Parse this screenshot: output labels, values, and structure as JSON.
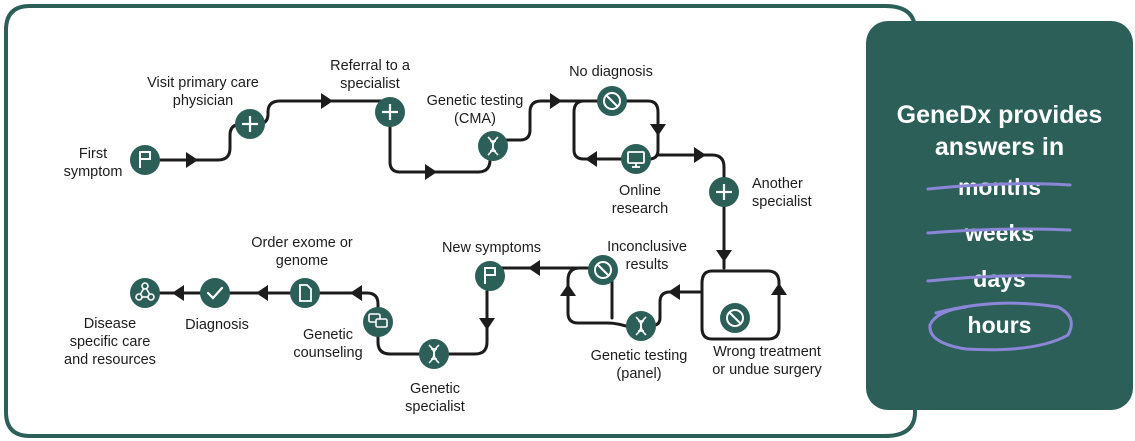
{
  "journey_labels": {
    "first_symptom": "First\nsymptom",
    "visit_pcp": "Visit primary care\nphysician",
    "referral": "Referral to a\nspecialist",
    "genetic_testing_cma": "Genetic testing\n(CMA)",
    "no_diagnosis": "No diagnosis",
    "online_research": "Online\nresearch",
    "another_specialist": "Another\nspecialist",
    "inconclusive_results": "Inconclusive\nresults",
    "new_symptoms": "New symptoms",
    "genetic_testing_panel": "Genetic testing\n(panel)",
    "wrong_treatment": "Wrong treatment\nor undue surgery",
    "genetic_specialist": "Genetic\nspecialist",
    "genetic_counseling": "Genetic\ncounseling",
    "order_exome": "Order exome or\ngenome",
    "diagnosis": "Diagnosis",
    "disease_care": "Disease\nspecific care\nand resources"
  },
  "panel": {
    "title": "GeneDx provides\nanswers in",
    "options": [
      "months",
      "weeks",
      "days",
      "hours"
    ],
    "crossed_out": [
      "months",
      "weeks",
      "days"
    ],
    "circled": "hours"
  },
  "colors": {
    "node": "#2b5f58",
    "path": "#1c1c1c",
    "border": "#2b5f58",
    "panel": "#2b5f58",
    "strike": "#8b86d8"
  },
  "icons": [
    "flag-icon",
    "plus-icon",
    "dna-icon",
    "no-entry-icon",
    "monitor-icon",
    "chat-icon",
    "document-icon",
    "checkmark-icon",
    "molecule-icon"
  ]
}
